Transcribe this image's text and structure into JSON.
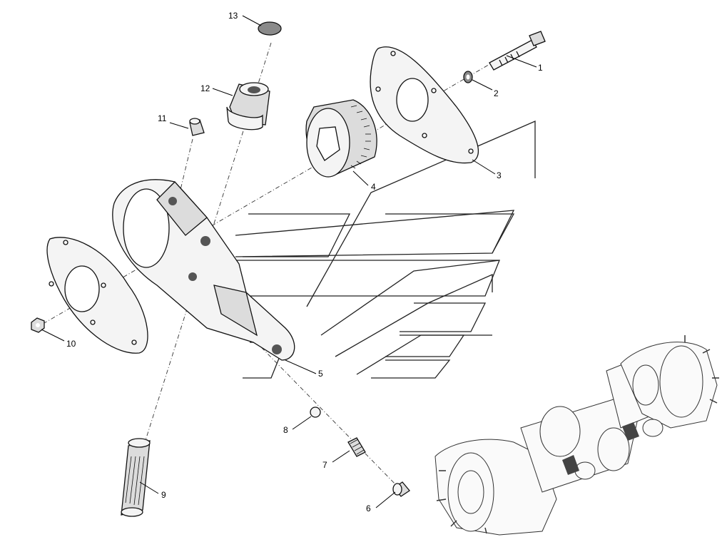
{
  "callouts": [
    {
      "id": "1",
      "label": "1"
    },
    {
      "id": "2",
      "label": "2"
    },
    {
      "id": "3",
      "label": "3"
    },
    {
      "id": "4",
      "label": "4"
    },
    {
      "id": "5",
      "label": "5"
    },
    {
      "id": "6",
      "label": "6"
    },
    {
      "id": "7",
      "label": "7"
    },
    {
      "id": "8",
      "label": "8"
    },
    {
      "id": "9",
      "label": "9"
    },
    {
      "id": "10",
      "label": "10"
    },
    {
      "id": "11",
      "label": "11"
    },
    {
      "id": "12",
      "label": "12"
    },
    {
      "id": "13",
      "label": "13"
    }
  ],
  "colors": {
    "line": "#111111",
    "fill_light": "#f4f4f4",
    "fill_mid": "#dcdcdc",
    "fill_dark": "#8a8a8a",
    "highlight": "#555555"
  }
}
